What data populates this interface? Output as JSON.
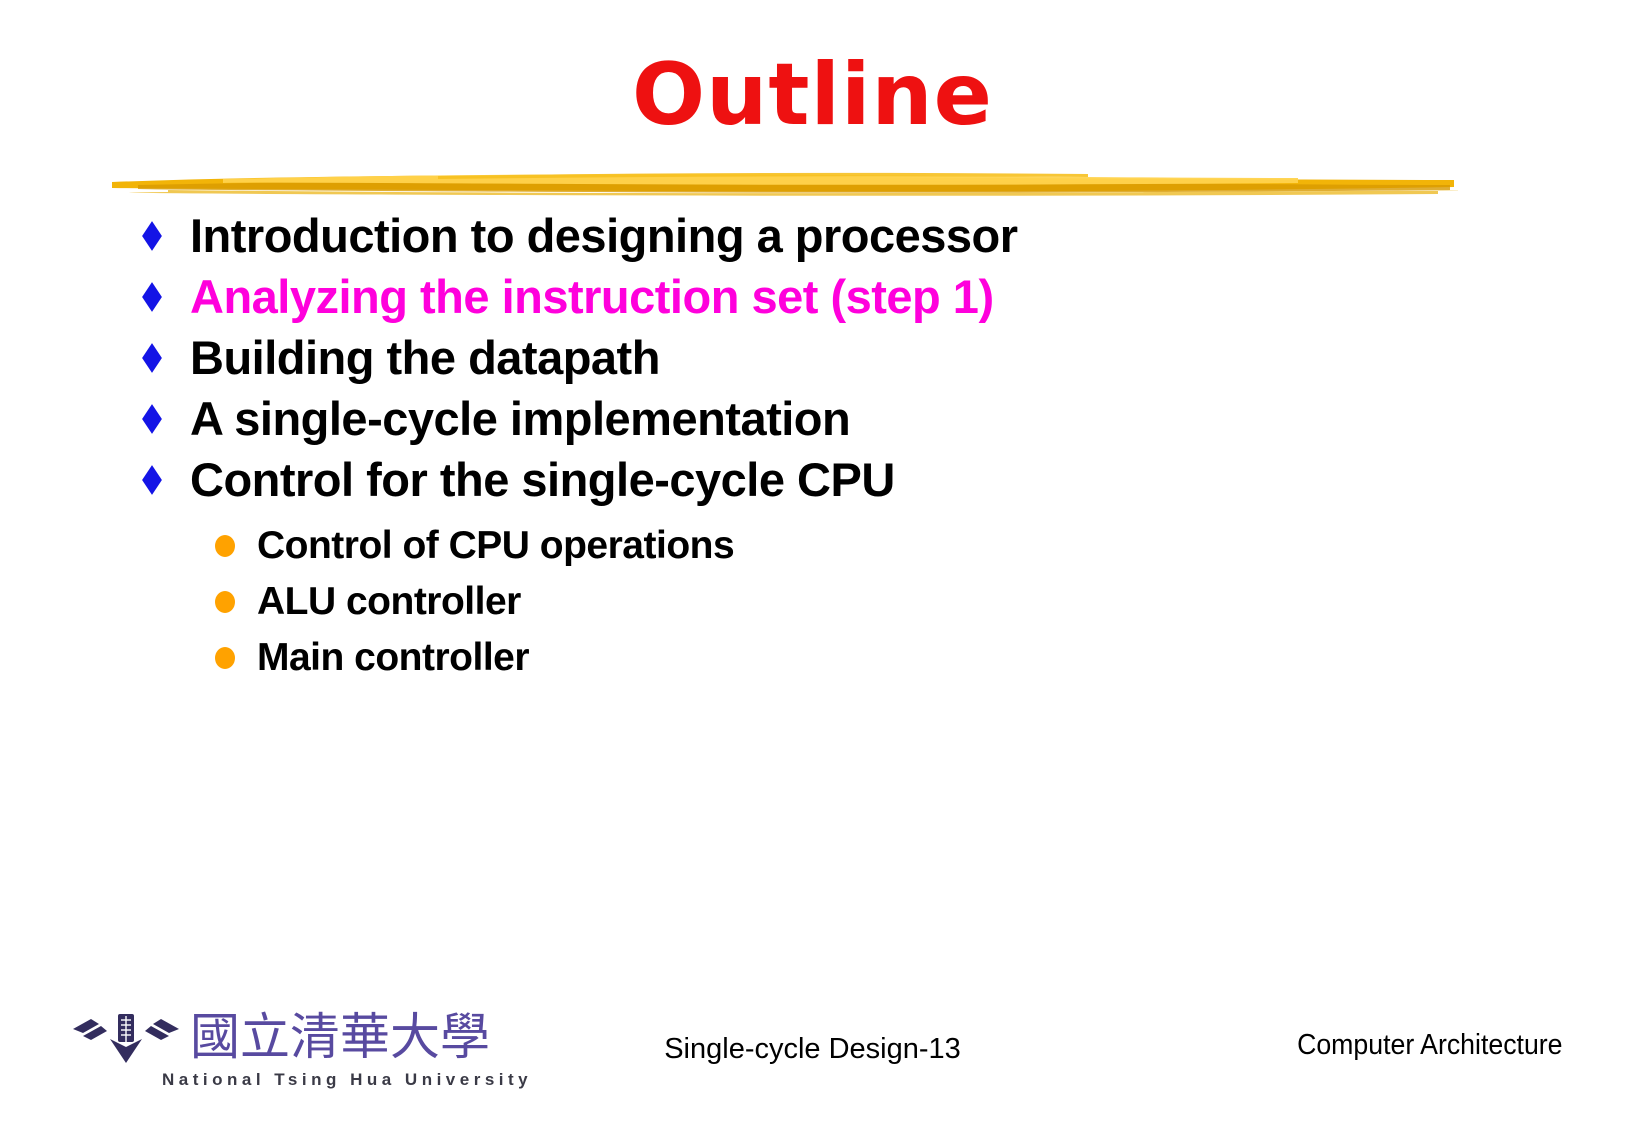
{
  "title": "Outline",
  "outline": {
    "items": [
      {
        "label": "Introduction to designing a processor",
        "highlighted": false
      },
      {
        "label": "Analyzing the instruction set (step 1)",
        "highlighted": true
      },
      {
        "label": "Building the datapath",
        "highlighted": false
      },
      {
        "label": "A single-cycle implementation",
        "highlighted": false
      },
      {
        "label": "Control for the single-cycle CPU",
        "highlighted": false,
        "children": [
          {
            "label": "Control of CPU operations"
          },
          {
            "label": "ALU controller"
          },
          {
            "label": "Main controller"
          }
        ]
      }
    ]
  },
  "footer": {
    "logo_chinese": "國立清華大學",
    "logo_english": "National Tsing Hua University",
    "slide_label": "Single-cycle Design-13",
    "course_label": "Computer Architecture"
  },
  "icons": {
    "level1_bullet": "blue-diamond",
    "level2_bullet": "orange-circle",
    "divider": "gold-brush-stroke",
    "logo": "nthu-emblem"
  },
  "colors": {
    "title_red": "#ee1111",
    "highlight_magenta": "#ff00dc",
    "body_black": "#000000",
    "bullet_blue": "#1414e6",
    "bullet_orange": "#ffa200",
    "divider_gold": "#efae00",
    "logo_purple": "#584aa0",
    "logo_emblem_navy": "#332d5e",
    "logo_gray": "#3a3a46",
    "background": "#ffffff"
  }
}
